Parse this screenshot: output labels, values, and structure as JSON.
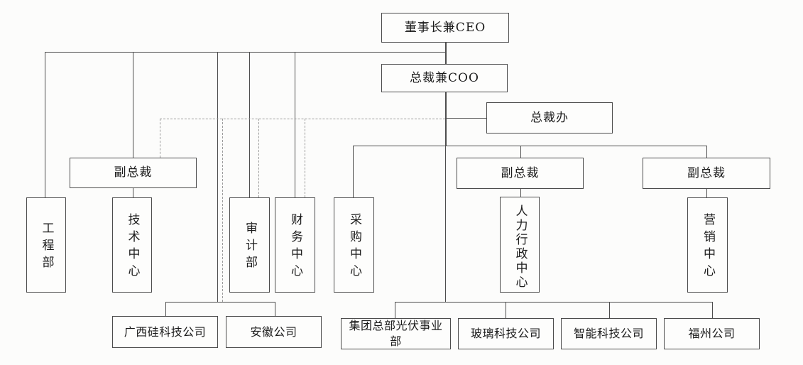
{
  "org_chart": {
    "nodes": {
      "chairman_ceo": "董事长兼CEO",
      "president_coo": "总裁兼COO",
      "president_office": "总裁办",
      "vp_left": "副总裁",
      "vp_middle": "副总裁",
      "vp_right": "副总裁",
      "engineering_dept": "工程部",
      "technology_center": "技术中心",
      "audit_dept": "审计部",
      "finance_center": "财务中心",
      "procurement_center": "采购中心",
      "hr_admin_center": "人力行政中心",
      "marketing_center": "营销中心",
      "guangxi_silicon_tech": "广西硅科技公司",
      "anhui_company": "安徽公司",
      "group_hq_pv_division": "集团总部光伏事业部",
      "glass_tech_company": "玻璃科技公司",
      "smart_tech_company": "智能科技公司",
      "fuzhou_company": "福州公司"
    },
    "edges": {
      "solid": [
        [
          "chairman_ceo",
          "president_coo"
        ],
        [
          "chairman_ceo",
          "engineering_dept"
        ],
        [
          "chairman_ceo",
          "vp_left"
        ],
        [
          "chairman_ceo",
          "audit_dept"
        ],
        [
          "chairman_ceo",
          "finance_center"
        ],
        [
          "chairman_ceo",
          "guangxi_silicon_tech"
        ],
        [
          "chairman_ceo",
          "anhui_company"
        ],
        [
          "president_coo",
          "president_office"
        ],
        [
          "president_coo",
          "procurement_center"
        ],
        [
          "president_coo",
          "vp_middle"
        ],
        [
          "president_coo",
          "vp_right"
        ],
        [
          "president_coo",
          "group_hq_pv_division"
        ],
        [
          "president_coo",
          "glass_tech_company"
        ],
        [
          "president_coo",
          "smart_tech_company"
        ],
        [
          "president_coo",
          "fuzhou_company"
        ],
        [
          "vp_left",
          "technology_center"
        ],
        [
          "vp_middle",
          "hr_admin_center"
        ],
        [
          "vp_right",
          "marketing_center"
        ]
      ],
      "dashed": [
        [
          "president_office",
          "vp_left"
        ],
        [
          "president_office",
          "audit_dept"
        ],
        [
          "president_office",
          "finance_center"
        ],
        [
          "president_office",
          "guangxi_silicon_tech"
        ],
        [
          "president_office",
          "anhui_company"
        ]
      ]
    },
    "colors": {
      "solid_line": "#4d4d4d",
      "dashed_line": "#9a9a9a",
      "box_border": "#4c4c4c",
      "background": "#fcfcfb"
    }
  }
}
